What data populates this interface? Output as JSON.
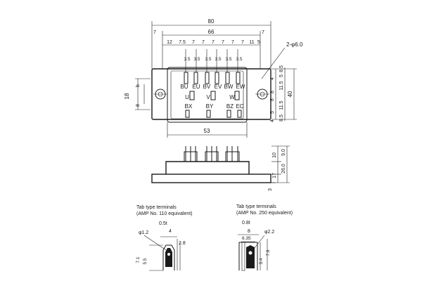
{
  "top_view": {
    "dim_overall": "80",
    "dim_inner": "66",
    "dim_edge_left": "7",
    "dim_edge_right": "7",
    "pitch_dims": [
      "12",
      "7.5",
      "7",
      "7",
      "7",
      "7",
      "7",
      "7",
      "11",
      "5"
    ],
    "hole_callout": "2-φ6.0",
    "terminal_widths": [
      "3.5",
      "3.5",
      "3.5",
      "3.5",
      "3.5",
      "3.5"
    ],
    "terminal_labels_top": [
      "BU",
      "EU",
      "BV",
      "EV",
      "BW",
      "EW"
    ],
    "phase_labels": [
      "U",
      "V",
      "W"
    ],
    "terminal_labels_bottom": [
      "BX",
      "BY",
      "BZ",
      "EC"
    ],
    "left_dims": [
      "18",
      "b",
      "8"
    ],
    "right_dims": [
      "4",
      "8",
      "5",
      "11.5",
      "8.5",
      "40",
      "8",
      "5",
      "11.5",
      "4",
      "8.5"
    ],
    "bottom_dim": "53"
  },
  "side_view": {
    "dims": [
      "17",
      "10",
      "9.0",
      "26.0",
      "3"
    ]
  },
  "tab_110": {
    "title": "Tab type terminals",
    "subtitle": "(AMP No. 110 equivalent)",
    "thickness": "0.5t",
    "hole": "φ1.2",
    "width": "4",
    "width2": "2.8",
    "heights": [
      "7.1",
      "5.5"
    ]
  },
  "tab_250": {
    "title": "Tab type terminals",
    "subtitle": "(AMP No. 250 equivalent)",
    "thickness": "0.8t",
    "hole": "φ2.2",
    "width": "8",
    "width2": "6.35",
    "heights": [
      "3.4",
      "7.9"
    ]
  }
}
